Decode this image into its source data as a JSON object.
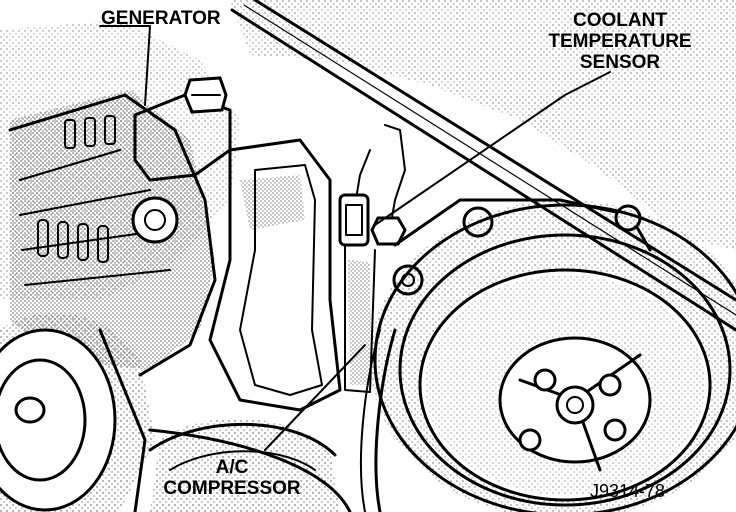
{
  "figure": {
    "labels": {
      "generator": "GENERATOR",
      "coolant_line1": "COOLANT",
      "coolant_line2": "TEMPERATURE",
      "coolant_line3": "SENSOR",
      "ac_line1": "A/C",
      "ac_line2": "COMPRESSOR",
      "figure_id": "J9314-78"
    }
  }
}
